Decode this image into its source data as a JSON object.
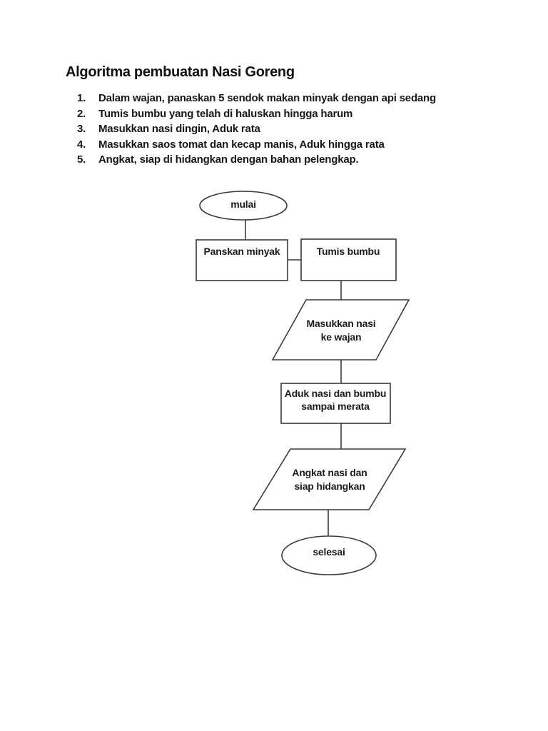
{
  "document": {
    "title": "Algoritma pembuatan Nasi Goreng"
  },
  "steps": {
    "items": [
      {
        "number": "1.",
        "text": "Dalam wajan, panaskan 5 sendok makan minyak dengan api sedang"
      },
      {
        "number": "2.",
        "text": "Tumis bumbu yang telah di haluskan hingga harum"
      },
      {
        "number": "3.",
        "text": "Masukkan nasi dingin, Aduk rata"
      },
      {
        "number": "4.",
        "text": "Masukkan saos tomat dan kecap manis,  Aduk hingga rata"
      },
      {
        "number": "5.",
        "text": "Angkat, siap di hidangkan dengan bahan pelengkap."
      }
    ]
  },
  "flowchart": {
    "start_label": "mulai",
    "panaskan_label": "Panskan minyak",
    "tumis_label": "Tumis bumbu",
    "masukkan_line1": "Masukkan nasi",
    "masukkan_line2": "ke wajan",
    "aduk_line1": "Aduk nasi dan bumbu",
    "aduk_line2": "sampai merata",
    "angkat_line1": "Angkat nasi dan",
    "angkat_line2": "siap hidangkan",
    "end_label": "selesai"
  },
  "colors": {
    "background": "#ffffff",
    "stroke": "#3a3a3a",
    "text": "#1a1a1a"
  }
}
